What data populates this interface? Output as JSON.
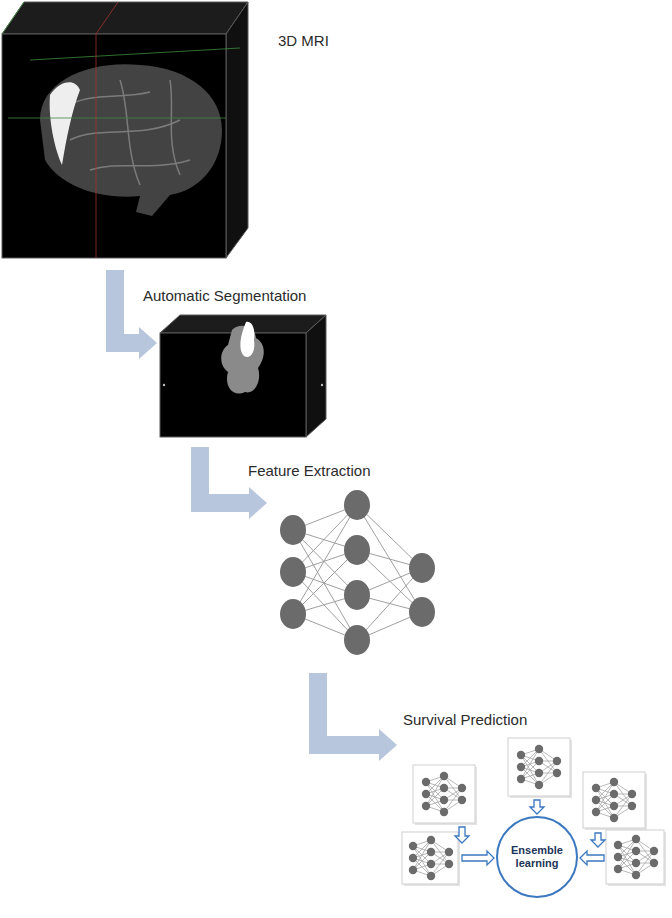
{
  "diagram": {
    "nodes": [
      {
        "text": [
          "3D MRI"
        ]
      },
      {
        "text": [
          "Automatic Segmentation"
        ]
      },
      {
        "text": [
          "Feature Extraction"
        ]
      },
      {
        "text": [
          "Survival Prediction"
        ]
      },
      {
        "text": [
          "Ensemble learning"
        ],
        "in": 3
      }
    ],
    "edges": [
      {
        "from": 0,
        "to": 1,
        "arrow": "to"
      },
      {
        "from": 1,
        "to": 2,
        "arrow": "to"
      },
      {
        "from": 2,
        "to": 3,
        "arrow": "to"
      }
    ]
  }
}
